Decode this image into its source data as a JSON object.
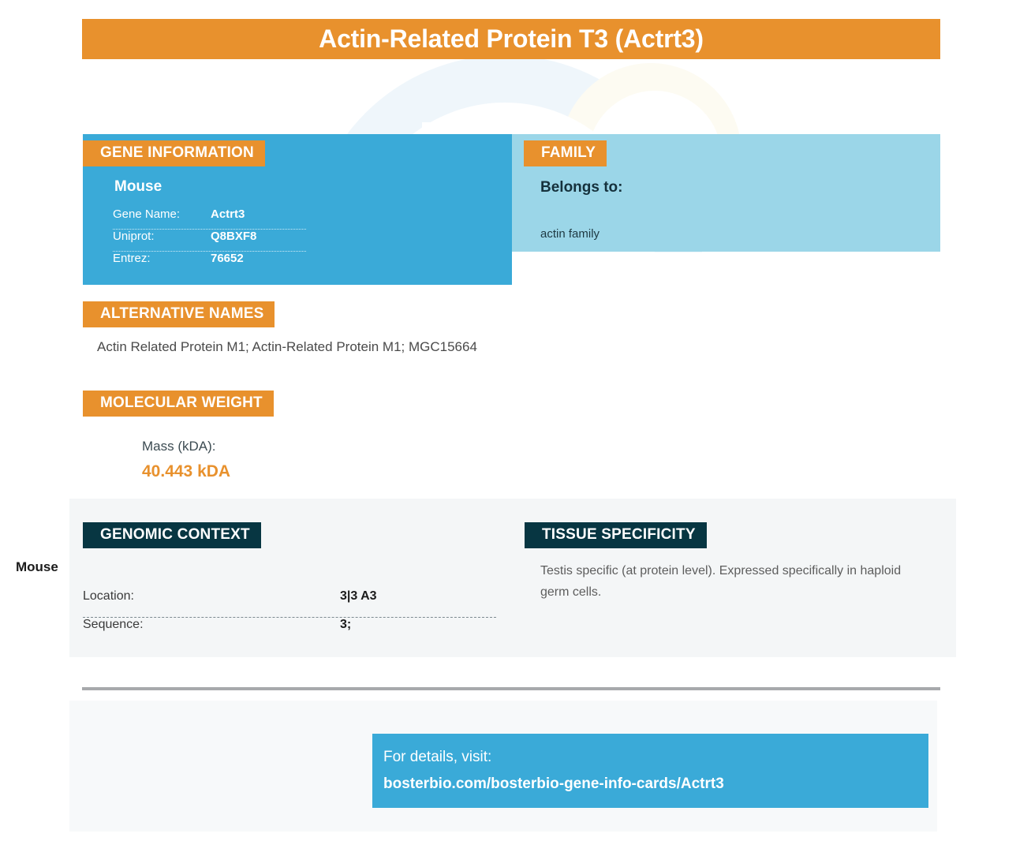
{
  "page": {
    "title": "Actin-Related Protein T3 (Actrt3)"
  },
  "gene_information": {
    "heading": "GENE INFORMATION",
    "species": "Mouse",
    "rows": [
      {
        "key": "Gene Name:",
        "value": "Actrt3"
      },
      {
        "key": "Uniprot:",
        "value": "Q8BXF8"
      },
      {
        "key": "Entrez:",
        "value": "76652"
      }
    ]
  },
  "family": {
    "heading": "FAMILY",
    "label": "Belongs to:",
    "value": "actin family"
  },
  "alternative_names": {
    "heading": "ALTERNATIVE NAMES",
    "value": "Actin Related Protein M1; Actin-Related Protein M1; MGC15664"
  },
  "molecular_weight": {
    "heading": "MOLECULAR WEIGHT",
    "label": "Mass (kDA):",
    "value": "40.443 kDA"
  },
  "genomic_context": {
    "heading": "GENOMIC CONTEXT",
    "species": "Mouse",
    "rows": [
      {
        "key": "Location:",
        "value": "3|3 A3"
      },
      {
        "key": "Sequence:",
        "value": "3;"
      }
    ]
  },
  "tissue_specificity": {
    "heading": "TISSUE SPECIFICITY",
    "text": "Testis specific (at protein level). Expressed specifically in haploid germ cells."
  },
  "footer": {
    "visit_label": "For details, visit:",
    "url": "bosterbio.com/bosterbio-gene-info-cards/Actrt3"
  },
  "colors": {
    "orange": "#e8912d",
    "blue": "#3aaad8",
    "light_blue": "#9bd6e8",
    "dark_teal": "#073642",
    "gray_panel": "#f4f6f7"
  }
}
